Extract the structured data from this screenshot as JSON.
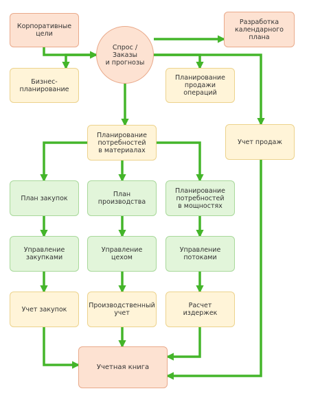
{
  "colors": {
    "arrow": "#44b52a",
    "pink_fill": "#fde2d2",
    "yellow_fill": "#fff4d8",
    "green_fill": "#e2f5da"
  },
  "nodes": {
    "corp_goals": "Корпоративные\nцели",
    "calendar": "Разработка\nкалендарного\nплана",
    "demand": "Спрос / Заказы\nи прогнозы",
    "business_planning": "Бизнес-\nпланирование",
    "sales_ops": "Планирование\nпродажи\nопераций",
    "mrp": "Планирование\nпотребностей\nв материалах",
    "sales_accounting": "Учет продаж",
    "purchase_plan": "План закупок",
    "production_plan": "План\nпроизводства",
    "capacity_planning": "Планирование\nпотребностей\nв мощностях",
    "purchasing_mgmt": "Управление\nзакупками",
    "shop_mgmt": "Управление\nцехом",
    "flow_mgmt": "Управление\nпотоками",
    "purchase_accounting": "Учет закупок",
    "production_accounting": "Производственный\nучет",
    "cost_calc": "Расчет\nиздержек",
    "ledger": "Учетная книга"
  }
}
